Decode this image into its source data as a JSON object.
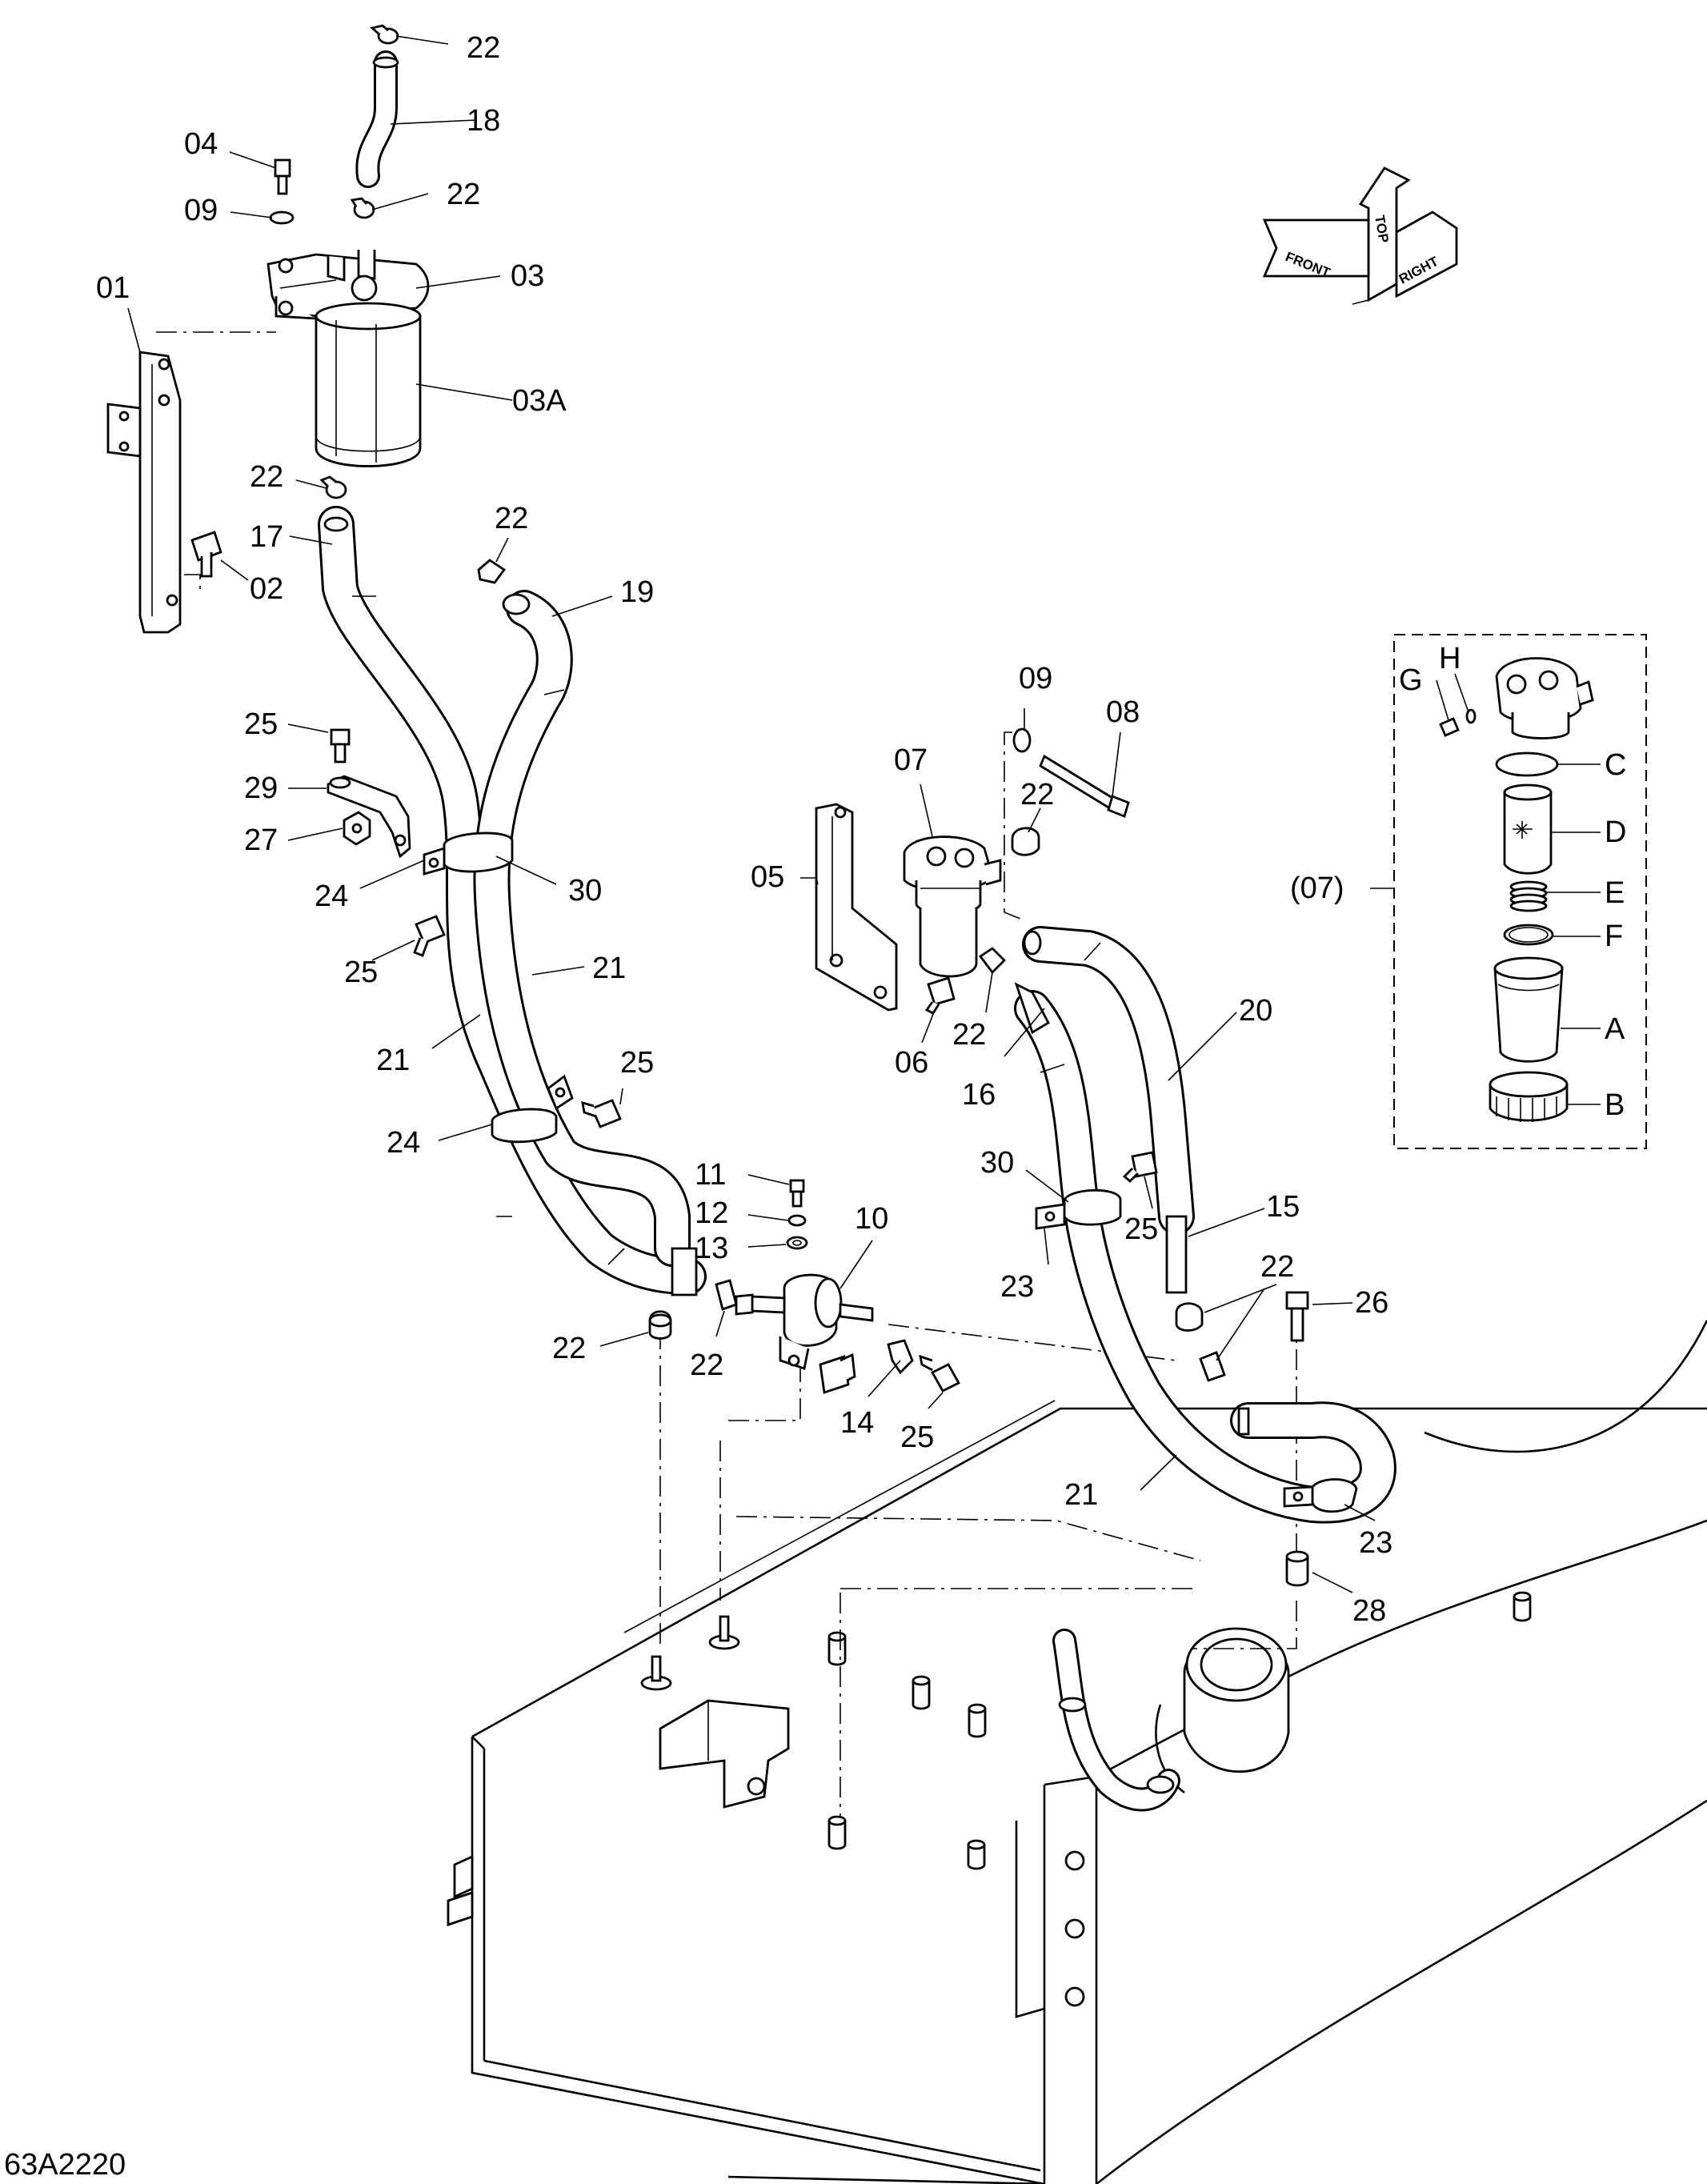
{
  "drawing_code": "63A2220",
  "orientation_arrows": {
    "top": "TOP",
    "front": "FRONT",
    "right": "RIGHT"
  },
  "inset_group_label": "(07)",
  "callouts": [
    {
      "id": "c22a",
      "text": "22"
    },
    {
      "id": "c18",
      "text": "18"
    },
    {
      "id": "c04",
      "text": "04"
    },
    {
      "id": "c09a",
      "text": "09"
    },
    {
      "id": "c22b",
      "text": "22"
    },
    {
      "id": "c01",
      "text": "01"
    },
    {
      "id": "c03",
      "text": "03"
    },
    {
      "id": "c03A",
      "text": "03A"
    },
    {
      "id": "c22c",
      "text": "22"
    },
    {
      "id": "c17",
      "text": "17"
    },
    {
      "id": "c02",
      "text": "02"
    },
    {
      "id": "c22d",
      "text": "22"
    },
    {
      "id": "c19",
      "text": "19"
    },
    {
      "id": "c25a",
      "text": "25"
    },
    {
      "id": "c29",
      "text": "29"
    },
    {
      "id": "c27",
      "text": "27"
    },
    {
      "id": "c24a",
      "text": "24"
    },
    {
      "id": "c30a",
      "text": "30"
    },
    {
      "id": "c25b",
      "text": "25"
    },
    {
      "id": "c21a",
      "text": "21"
    },
    {
      "id": "c21b",
      "text": "21"
    },
    {
      "id": "c25c",
      "text": "25"
    },
    {
      "id": "c24b",
      "text": "24"
    },
    {
      "id": "c11",
      "text": "11"
    },
    {
      "id": "c12",
      "text": "12"
    },
    {
      "id": "c10",
      "text": "10"
    },
    {
      "id": "c13",
      "text": "13"
    },
    {
      "id": "c22e",
      "text": "22"
    },
    {
      "id": "c22f",
      "text": "22"
    },
    {
      "id": "c14",
      "text": "14"
    },
    {
      "id": "c25d",
      "text": "25"
    },
    {
      "id": "c09b",
      "text": "09"
    },
    {
      "id": "c08",
      "text": "08"
    },
    {
      "id": "c07",
      "text": "07"
    },
    {
      "id": "c22g",
      "text": "22"
    },
    {
      "id": "c05",
      "text": "05"
    },
    {
      "id": "c06",
      "text": "06"
    },
    {
      "id": "c22h",
      "text": "22"
    },
    {
      "id": "c16",
      "text": "16"
    },
    {
      "id": "c20",
      "text": "20"
    },
    {
      "id": "c30b",
      "text": "30"
    },
    {
      "id": "c25e",
      "text": "25"
    },
    {
      "id": "c15",
      "text": "15"
    },
    {
      "id": "c23a",
      "text": "23"
    },
    {
      "id": "c22i",
      "text": "22"
    },
    {
      "id": "c26",
      "text": "26"
    },
    {
      "id": "c21c",
      "text": "21"
    },
    {
      "id": "c23b",
      "text": "23"
    },
    {
      "id": "c28",
      "text": "28"
    }
  ],
  "inset_callouts": [
    {
      "id": "iG",
      "text": "G"
    },
    {
      "id": "iH",
      "text": "H"
    },
    {
      "id": "iC",
      "text": "C"
    },
    {
      "id": "iD",
      "text": "D"
    },
    {
      "id": "iE",
      "text": "E"
    },
    {
      "id": "iF",
      "text": "F"
    },
    {
      "id": "iA",
      "text": "A"
    },
    {
      "id": "iB",
      "text": "B"
    }
  ]
}
